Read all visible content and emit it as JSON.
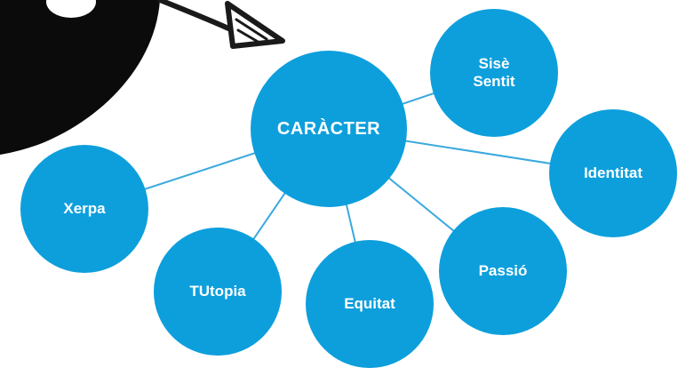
{
  "colors": {
    "node_fill": "#0d9fdc",
    "connector": "#3aa9dd",
    "blob": "#0b0b0b",
    "arrow": "#1a1a1a"
  },
  "icons": {
    "blob": "black-blob-shape",
    "arrow": "hand-drawn-arrow-icon"
  },
  "diagram": {
    "center": {
      "label": "CARÀCTER"
    },
    "nodes": [
      {
        "id": "sise-sentit",
        "label": "Sisè\nSentit"
      },
      {
        "id": "identitat",
        "label": "Identitat"
      },
      {
        "id": "passio",
        "label": "Passió"
      },
      {
        "id": "equitat",
        "label": "Equitat"
      },
      {
        "id": "tutopia",
        "label": "TUtopia"
      },
      {
        "id": "xerpa",
        "label": "Xerpa"
      }
    ]
  }
}
